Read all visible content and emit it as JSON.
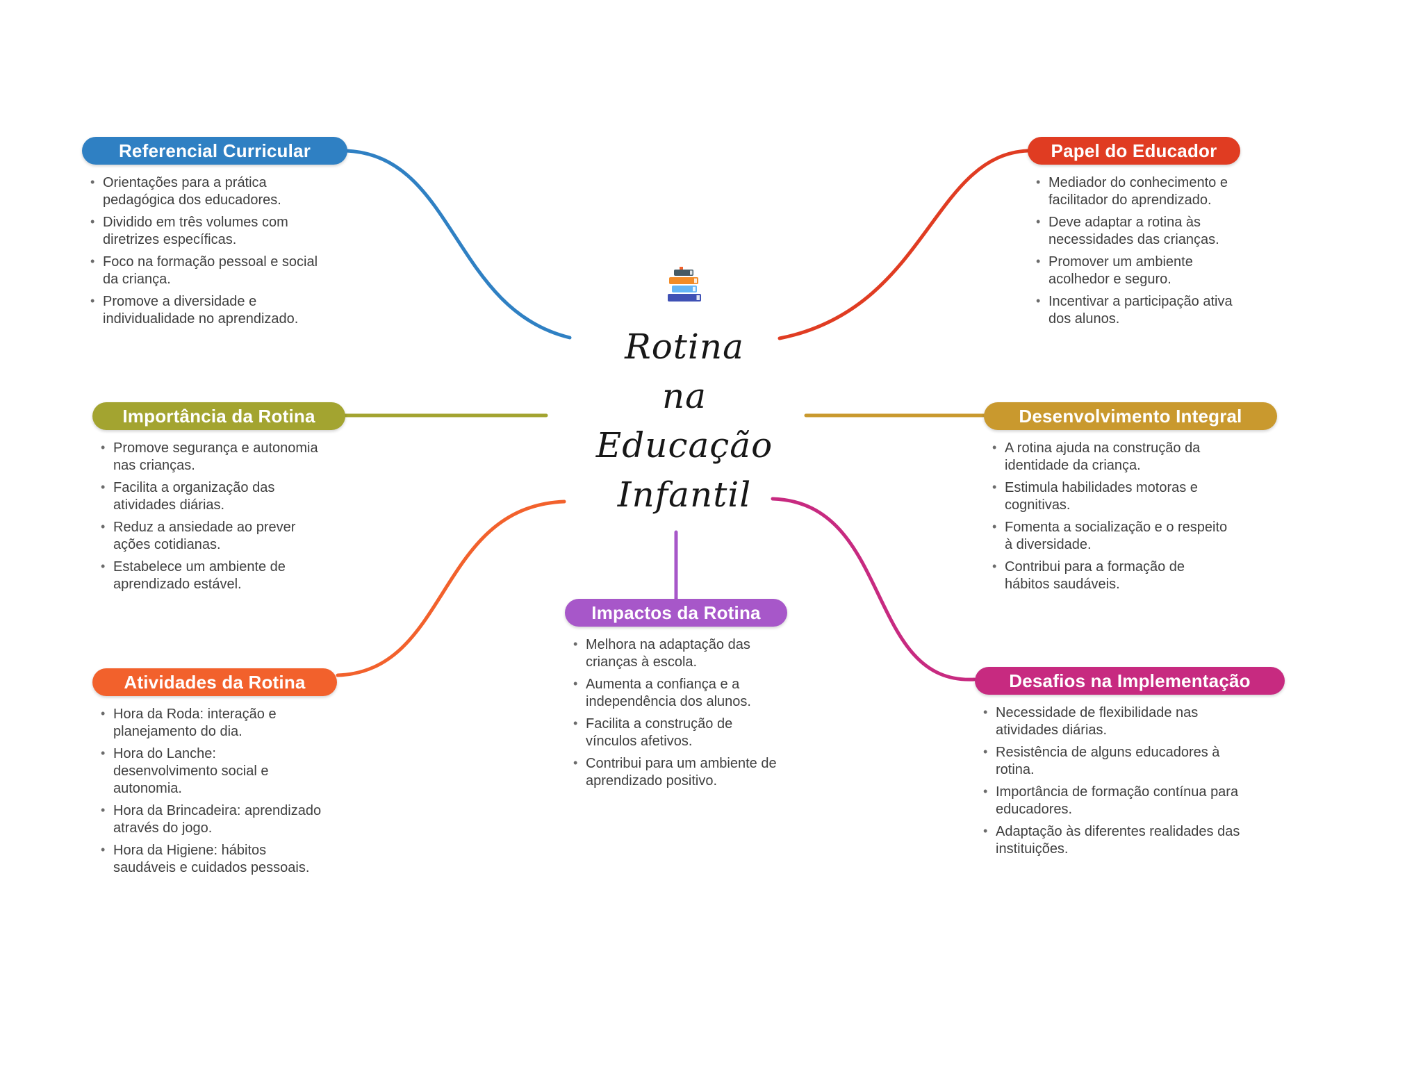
{
  "center": {
    "title_lines": [
      "Rotina",
      "na",
      "Educação",
      "Infantil"
    ],
    "icon": "books-icon"
  },
  "branches": [
    {
      "id": "referencial-curricular",
      "title": "Referencial Curricular",
      "color": "#2f80c3",
      "items": [
        "Orientações para a prática pedagógica dos educadores.",
        "Dividido em três volumes com diretrizes específicas.",
        "Foco na formação pessoal e social da criança.",
        "Promove a diversidade e individualidade no aprendizado."
      ]
    },
    {
      "id": "importancia-da-rotina",
      "title": "Importância da Rotina",
      "color": "#a3a430",
      "items": [
        "Promove segurança e autonomia nas crianças.",
        "Facilita a organização das atividades diárias.",
        "Reduz a ansiedade ao prever ações cotidianas.",
        "Estabelece um ambiente de aprendizado estável."
      ]
    },
    {
      "id": "atividades-da-rotina",
      "title": "Atividades da Rotina",
      "color": "#f2612c",
      "items": [
        "Hora da Roda: interação e planejamento do dia.",
        "Hora do Lanche: desenvolvimento social e autonomia.",
        "Hora da Brincadeira: aprendizado através do jogo.",
        "Hora da Higiene: hábitos saudáveis e cuidados pessoais."
      ]
    },
    {
      "id": "papel-do-educador",
      "title": "Papel do Educador",
      "color": "#e03c22",
      "items": [
        "Mediador do conhecimento e facilitador do aprendizado.",
        "Deve adaptar a rotina às necessidades das crianças.",
        "Promover um ambiente acolhedor e seguro.",
        "Incentivar a participação ativa dos alunos."
      ]
    },
    {
      "id": "desenvolvimento-integral",
      "title": "Desenvolvimento Integral",
      "color": "#c9992e",
      "items": [
        "A rotina ajuda na construção da identidade da criança.",
        "Estimula habilidades motoras e cognitivas.",
        "Fomenta a socialização e o respeito à diversidade.",
        "Contribui para a formação de hábitos saudáveis."
      ]
    },
    {
      "id": "desafios-na-implementacao",
      "title": "Desafios na Implementação",
      "color": "#c72a80",
      "items": [
        "Necessidade de flexibilidade nas atividades diárias.",
        "Resistência de alguns educadores à rotina.",
        "Importância de formação contínua para educadores.",
        "Adaptação às diferentes realidades das instituições."
      ]
    },
    {
      "id": "impactos-da-rotina",
      "title": "Impactos da Rotina",
      "color": "#a757c9",
      "items": [
        "Melhora na adaptação das crianças à escola.",
        "Aumenta a confiança e a independência dos alunos.",
        "Facilita a construção de vínculos afetivos.",
        "Contribui para um ambiente de aprendizado positivo."
      ]
    }
  ]
}
